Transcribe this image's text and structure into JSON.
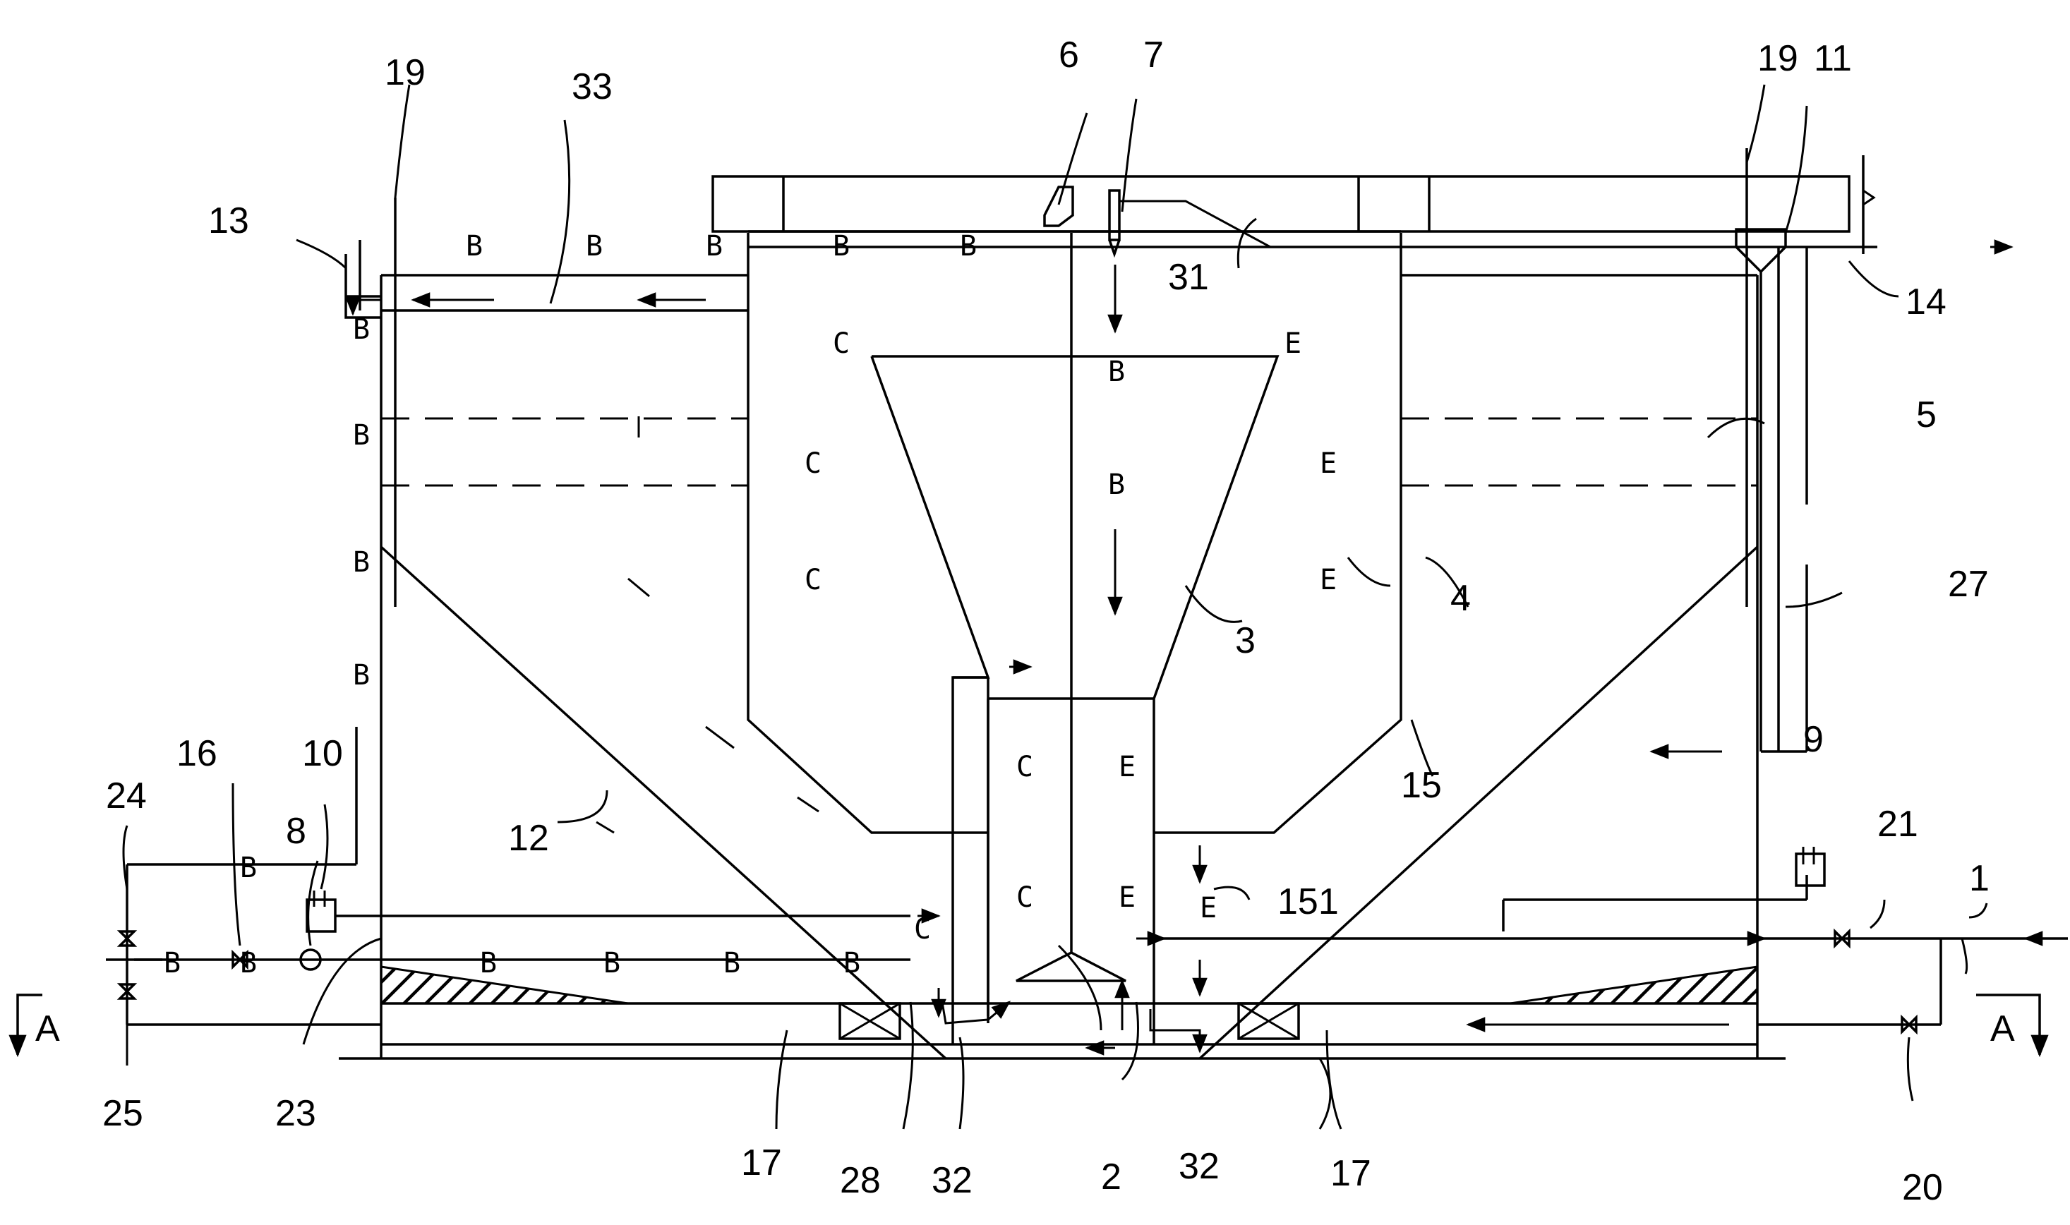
{
  "labels": {
    "n1": "1",
    "n2": "2",
    "n3": "3",
    "n4": "4",
    "n5": "5",
    "n6": "6",
    "n7": "7",
    "n8": "8",
    "n9": "9",
    "n10": "10",
    "n11": "11",
    "n12": "12",
    "n13": "13",
    "n14": "14",
    "n15": "15",
    "n151": "151",
    "n16": "16",
    "n17a": "17",
    "n17b": "17",
    "n19a": "19",
    "n19b": "19",
    "n20": "20",
    "n21": "21",
    "n23": "23",
    "n24": "24",
    "n25": "25",
    "n27": "27",
    "n28": "28",
    "n31": "31",
    "n32a": "32",
    "n32b": "32",
    "n33": "33",
    "sectionA1": "A",
    "sectionA2": "A"
  },
  "flow": {
    "B": "B",
    "C": "C",
    "E": "E"
  }
}
